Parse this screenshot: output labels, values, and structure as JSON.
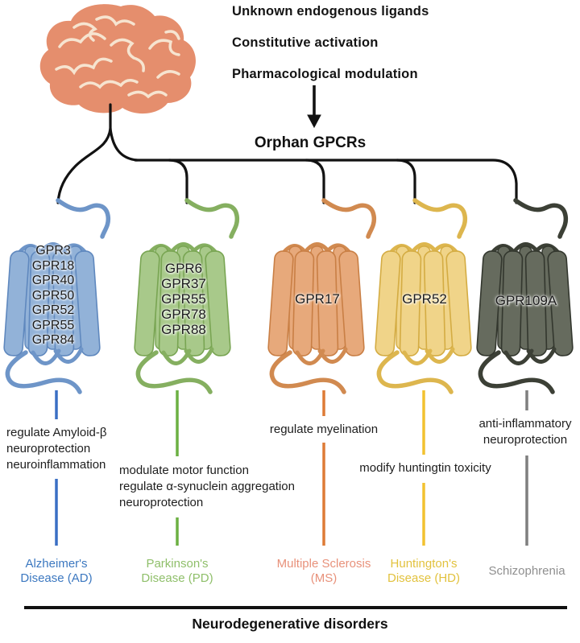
{
  "header": {
    "bullets": [
      "Unknown endogenous ligands",
      "Constitutive activation",
      "Pharmacological modulation"
    ],
    "hub_label": "Orphan GPCRs"
  },
  "brain": {
    "fill": "#E58E6D",
    "fold_color": "#F6E4D0"
  },
  "connector_color": "#121212",
  "receptors": [
    {
      "labels": [
        "GPR3",
        "GPR18",
        "GPR40",
        "GPR50",
        "GPR52",
        "GPR55",
        "GPR84"
      ],
      "fill": "#92B2D8",
      "stroke": "#5F88BE",
      "loop": "#6E95C8",
      "line_color": "#3A6FC4",
      "effects": [
        "regulate Amyloid-β",
        "neuroprotection",
        "neuroinflammation"
      ],
      "disease_lines": [
        "Alzheimer's",
        "Disease (AD)"
      ],
      "disease_color": "#3C78C0"
    },
    {
      "labels": [
        "GPR6",
        "GPR37",
        "GPR55",
        "GPR78",
        "GPR88"
      ],
      "fill": "#A8C98A",
      "stroke": "#79A553",
      "loop": "#85AF60",
      "line_color": "#6CB043",
      "effects": [
        "modulate motor function",
        "regulate α-synuclein aggregation",
        "neuroprotection"
      ],
      "disease_lines": [
        "Parkinson's",
        "Disease (PD)"
      ],
      "disease_color": "#8FBF6A"
    },
    {
      "labels": [
        "GPR17"
      ],
      "fill": "#E7A97B",
      "stroke": "#C97F45",
      "loop": "#D18A50",
      "line_color": "#DE7B36",
      "effects": [
        "regulate myelination"
      ],
      "disease_lines": [
        "Multiple Sclerosis",
        "(MS)"
      ],
      "disease_color": "#E8917A"
    },
    {
      "labels": [
        "GPR52"
      ],
      "fill": "#F0D489",
      "stroke": "#D4AC43",
      "loop": "#DDB64E",
      "line_color": "#F2C230",
      "effects": [
        "modify huntingtin toxicity"
      ],
      "disease_lines": [
        "Huntington's",
        "Disease (HD)"
      ],
      "disease_color": "#E2C23E"
    },
    {
      "labels": [
        "GPR109A"
      ],
      "fill": "#666B5E",
      "stroke": "#33372E",
      "loop": "#3C4036",
      "line_color": "#7F7F7F",
      "effects": [
        "anti-inflammatory",
        "neuroprotection"
      ],
      "disease_lines": [
        "Schizophrenia"
      ],
      "disease_color": "#8F8F8F"
    }
  ],
  "footer": {
    "label": "Neurodegenerative disorders"
  }
}
